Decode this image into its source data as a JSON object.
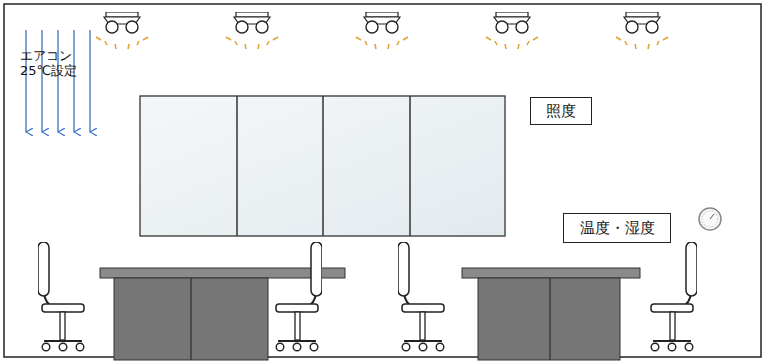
{
  "diagram": {
    "nodes": [
      {
        "text": [
          "照度"
        ]
      },
      {
        "text": [
          "温度・湿度"
        ]
      }
    ],
    "labels": [
      "エアコン 25℃設定"
    ]
  }
}
